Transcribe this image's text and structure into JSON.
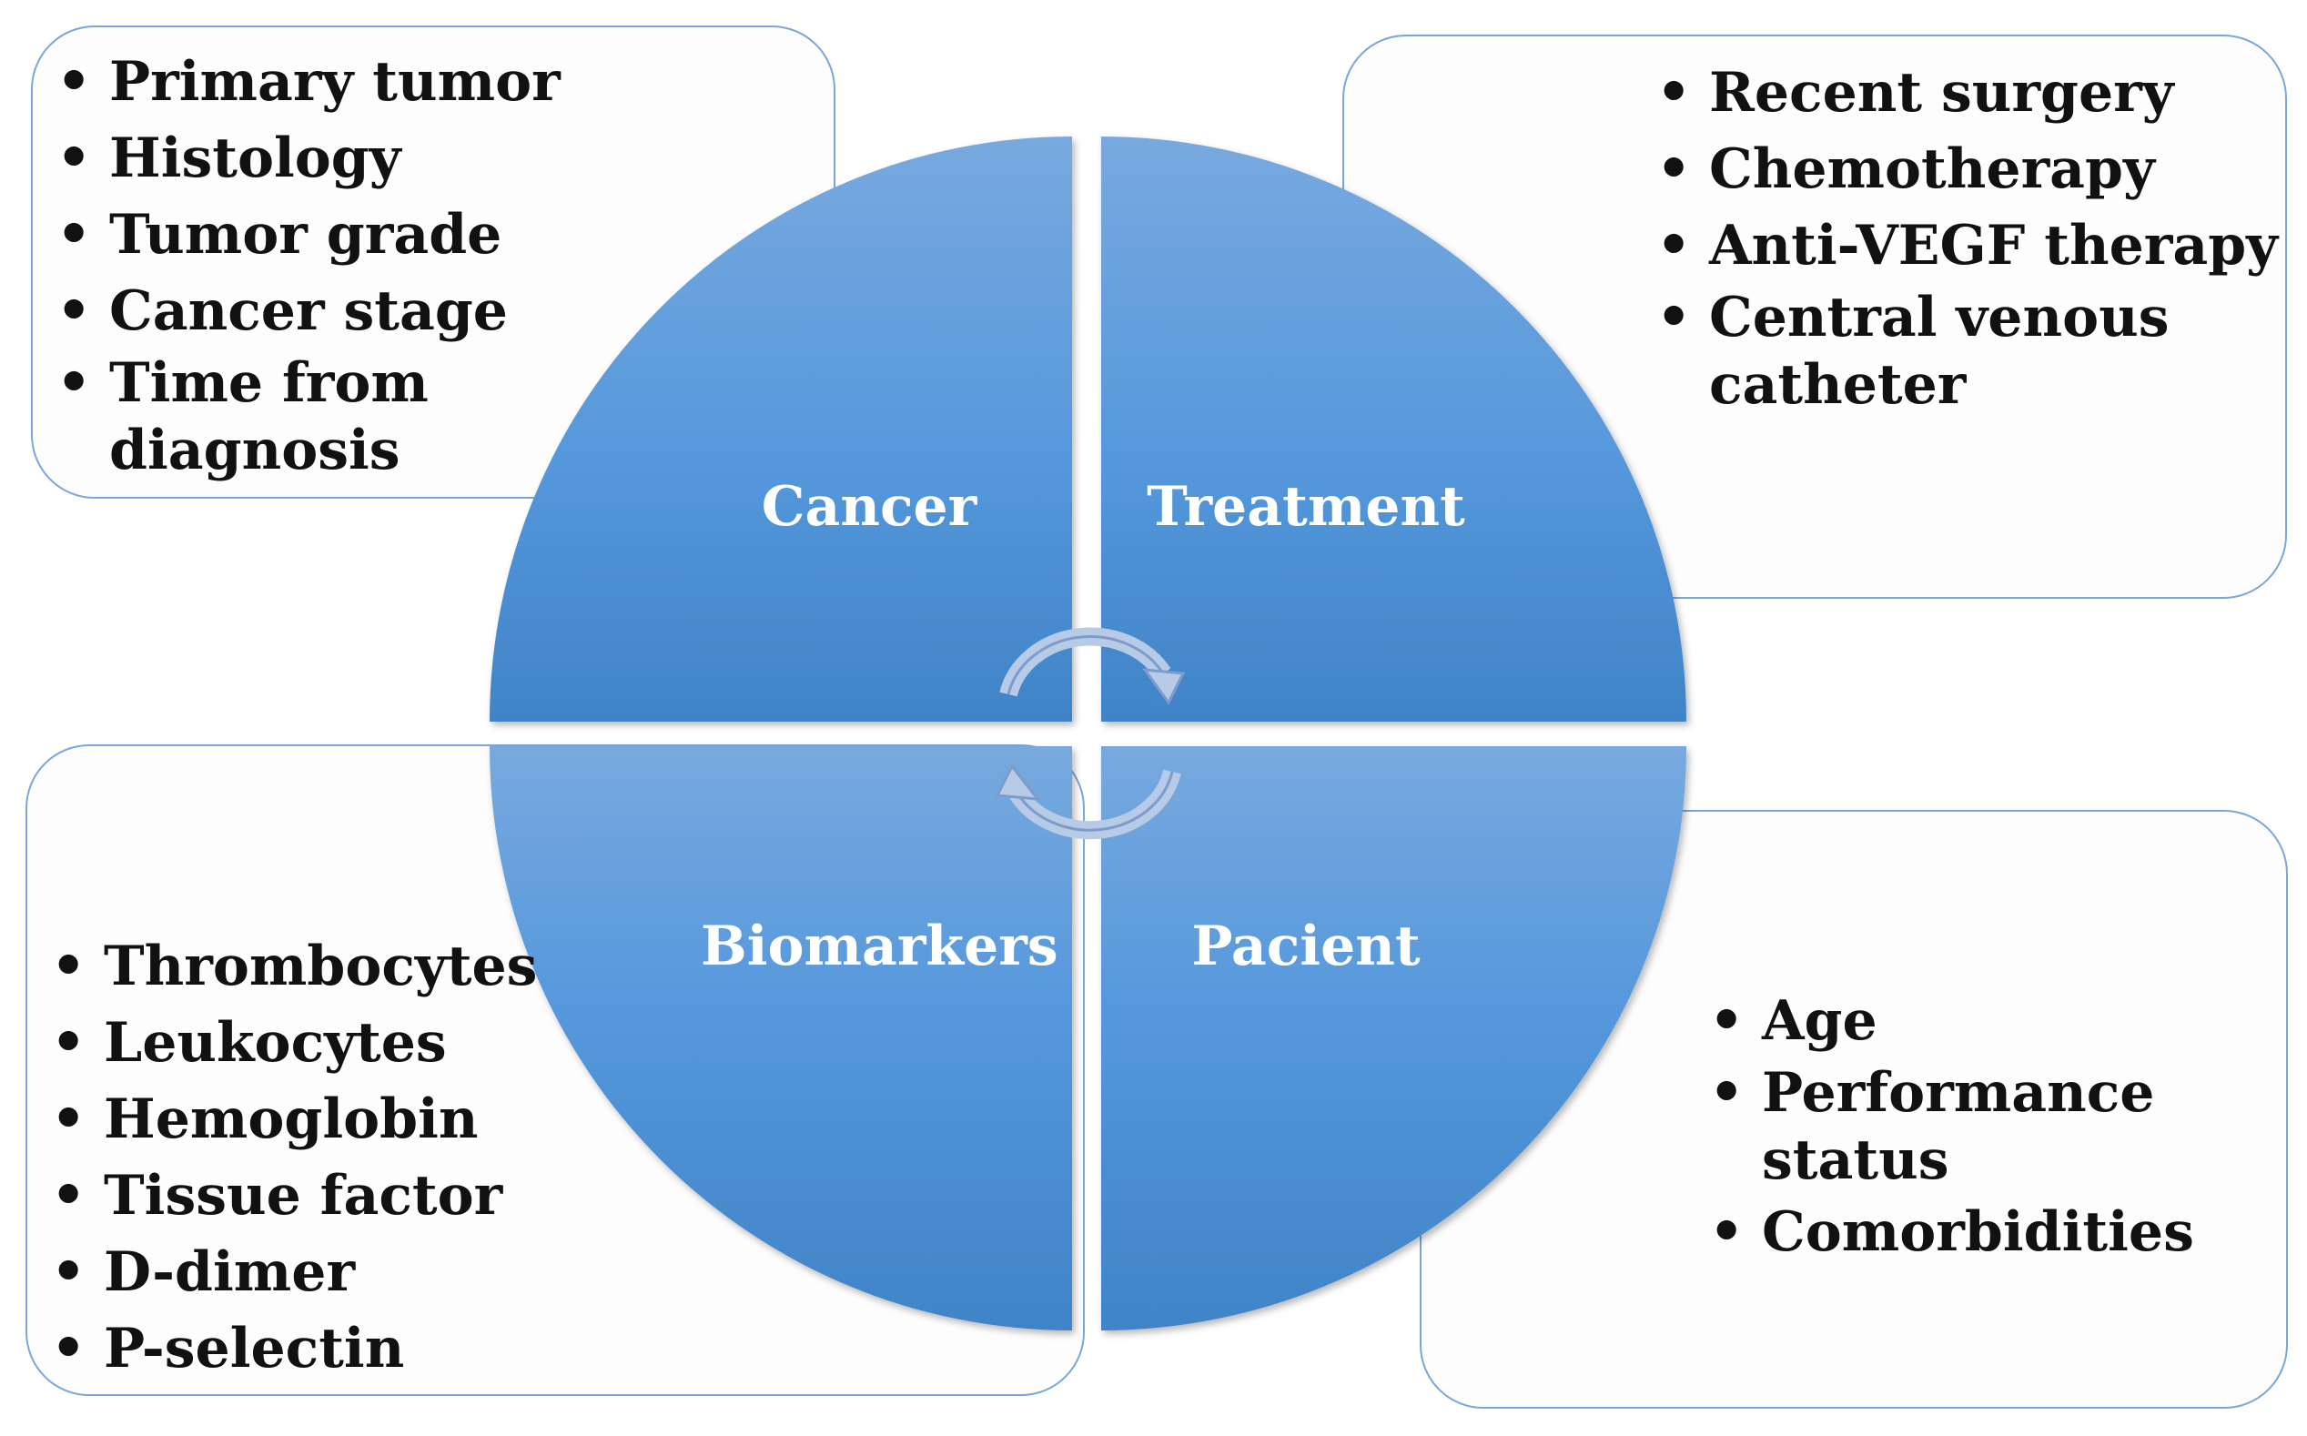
{
  "quadrants": {
    "cancer": "Cancer",
    "treatment": "Treatment",
    "biomarkers": "Biomarkers",
    "pacient": "Pacient"
  },
  "cancer_box": {
    "items": [
      "Primary tumor",
      "Histology",
      "Tumor grade",
      "Cancer stage",
      "Time from",
      "diagnosis"
    ]
  },
  "treatment_box": {
    "items": [
      "Recent surgery",
      "Chemotherapy",
      "Anti-VEGF therapy",
      "Central venous",
      "catheter"
    ]
  },
  "biomarkers_box": {
    "items": [
      "Thrombocytes",
      "Leukocytes",
      "Hemoglobin",
      "Tissue factor",
      "D-dimer",
      "P-selectin"
    ]
  },
  "pacient_box": {
    "items": [
      "Age",
      "Performance",
      "status",
      "Comorbidities"
    ]
  },
  "bullet_symbol": "•",
  "colors": {
    "quadrant_light": "#6fa3db",
    "quadrant_dark": "#3f86c9",
    "box_border": "#7aa6d8",
    "arrow": "#7a9cc8"
  },
  "icons": {
    "cycle": "circular-arrows-icon"
  }
}
